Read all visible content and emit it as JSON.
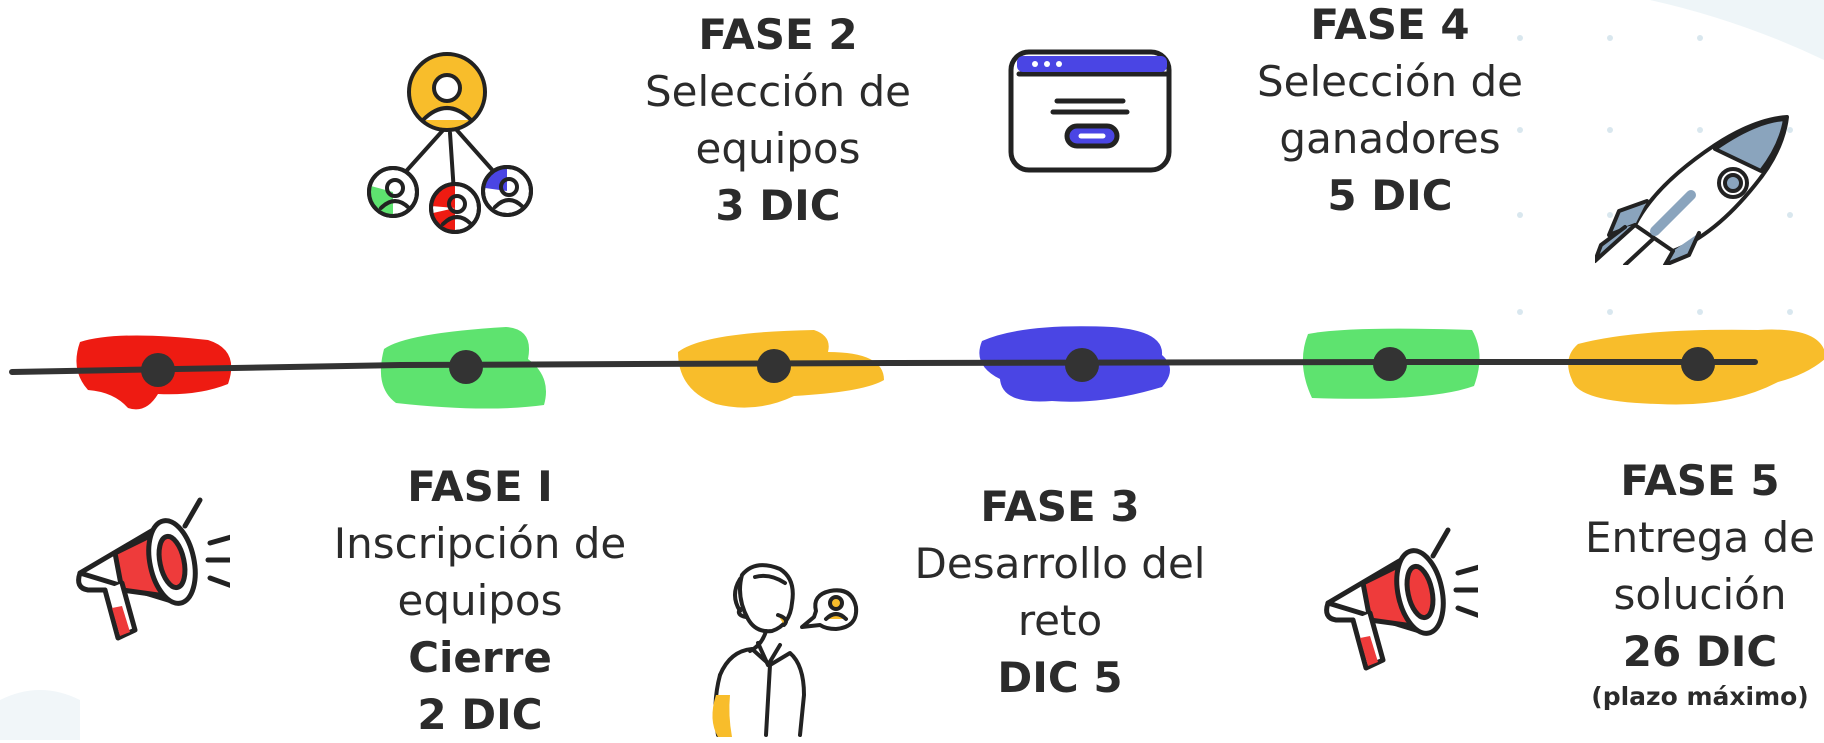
{
  "colors": {
    "red": "#ee1b12",
    "green": "#5ee36f",
    "yellow": "#f8bd2b",
    "blue": "#4a45e4",
    "line": "#333333",
    "text": "#2b2b2b"
  },
  "phases": [
    {
      "title": "FASE I",
      "lines": [
        "Inscripción de",
        "equipos"
      ],
      "date_lines": [
        "Cierre",
        "2 DIC"
      ],
      "note": ""
    },
    {
      "title": "FASE 2",
      "lines": [
        "Selección de",
        "equipos"
      ],
      "date_lines": [
        "3 DIC"
      ],
      "note": ""
    },
    {
      "title": "FASE 3",
      "lines": [
        "Desarrollo del",
        "reto"
      ],
      "date_lines": [
        "DIC 5"
      ],
      "note": ""
    },
    {
      "title": "FASE 4",
      "lines": [
        "Selección de",
        "ganadores"
      ],
      "date_lines": [
        "5 DIC"
      ],
      "note": ""
    },
    {
      "title": "FASE 5",
      "lines": [
        "Entrega de",
        "solución"
      ],
      "date_lines": [
        "26 DIC"
      ],
      "note": "(plazo máximo)"
    }
  ],
  "timeline": {
    "markers": [
      "red",
      "green",
      "yellow",
      "blue",
      "green",
      "yellow"
    ]
  },
  "icons": [
    "megaphone-icon",
    "team-hierarchy-icon",
    "browser-window-icon",
    "speaking-person-icon",
    "megaphone-icon",
    "rocket-icon"
  ]
}
